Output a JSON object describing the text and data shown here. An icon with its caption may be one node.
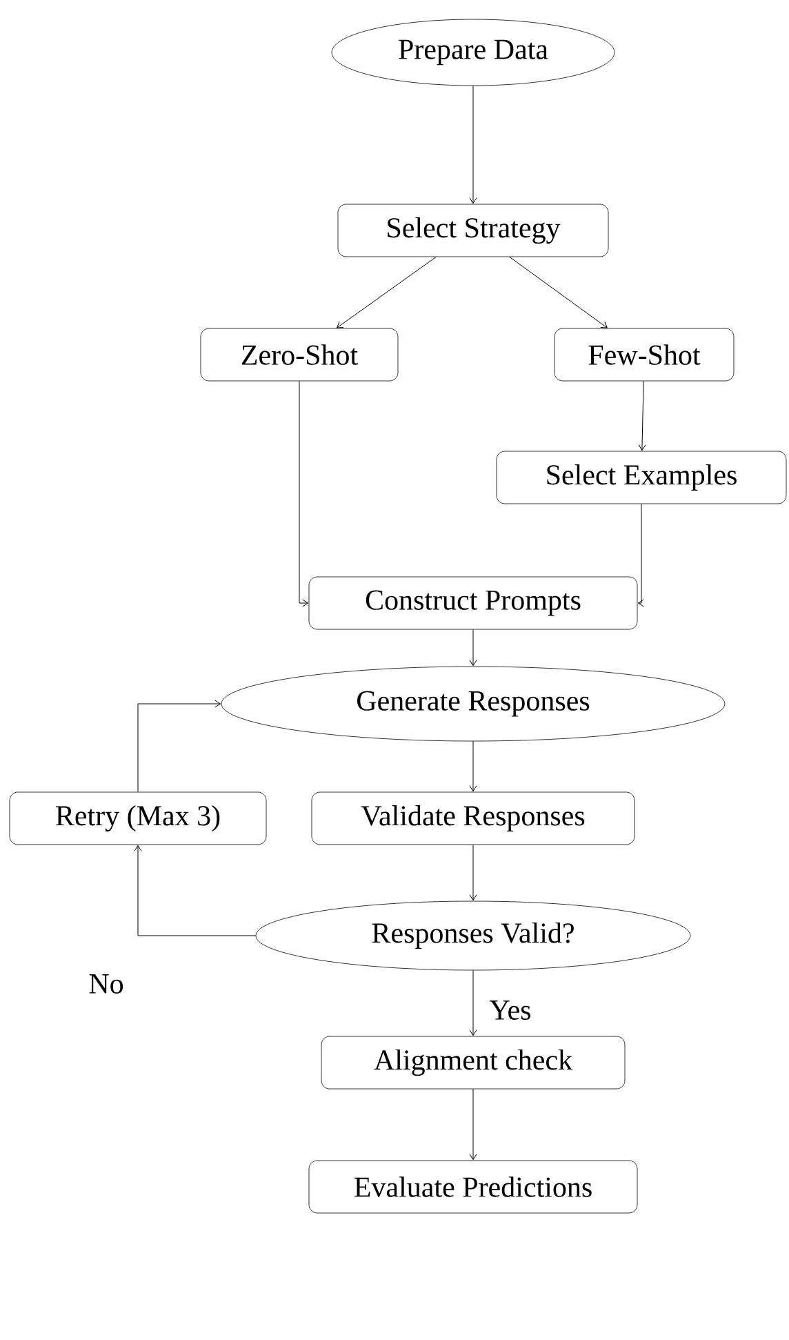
{
  "diagram": {
    "nodes": [
      {
        "text": [
          "Prepare Data"
        ]
      },
      {
        "text": [
          "Select Strategy"
        ]
      },
      {
        "text": [
          "Zero-Shot"
        ]
      },
      {
        "text": [
          "Few-Shot"
        ]
      },
      {
        "text": [
          "Select Examples"
        ]
      },
      {
        "text": [
          "Construct Prompts"
        ]
      },
      {
        "text": [
          "Generate Responses"
        ]
      },
      {
        "text": [
          "Retry (Max 3)"
        ]
      },
      {
        "text": [
          "Validate Responses"
        ]
      },
      {
        "text": [
          "Responses Valid?"
        ]
      },
      {
        "text": [
          "Alignment check"
        ]
      },
      {
        "text": [
          "Evaluate Predictions"
        ]
      }
    ],
    "edges": [
      {
        "from": 0,
        "to": 1,
        "arrow": "to"
      },
      {
        "from": 1,
        "to": 2,
        "arrow": "to"
      },
      {
        "from": 1,
        "to": 3,
        "arrow": "to"
      },
      {
        "from": 3,
        "to": 4,
        "arrow": "to"
      },
      {
        "from": 2,
        "to": 5,
        "arrow": "to"
      },
      {
        "from": 4,
        "to": 5,
        "arrow": "to"
      },
      {
        "from": 5,
        "to": 6,
        "arrow": "to"
      },
      {
        "from": 6,
        "to": 8,
        "arrow": "to"
      },
      {
        "from": 8,
        "to": 9,
        "arrow": "to"
      },
      {
        "from": 9,
        "to": 7,
        "arrow": "to",
        "label": "No"
      },
      {
        "from": 7,
        "to": 6,
        "arrow": "to"
      },
      {
        "from": 9,
        "to": 10,
        "arrow": "to",
        "label": "Yes"
      },
      {
        "from": 10,
        "to": 11,
        "arrow": "to"
      }
    ]
  }
}
